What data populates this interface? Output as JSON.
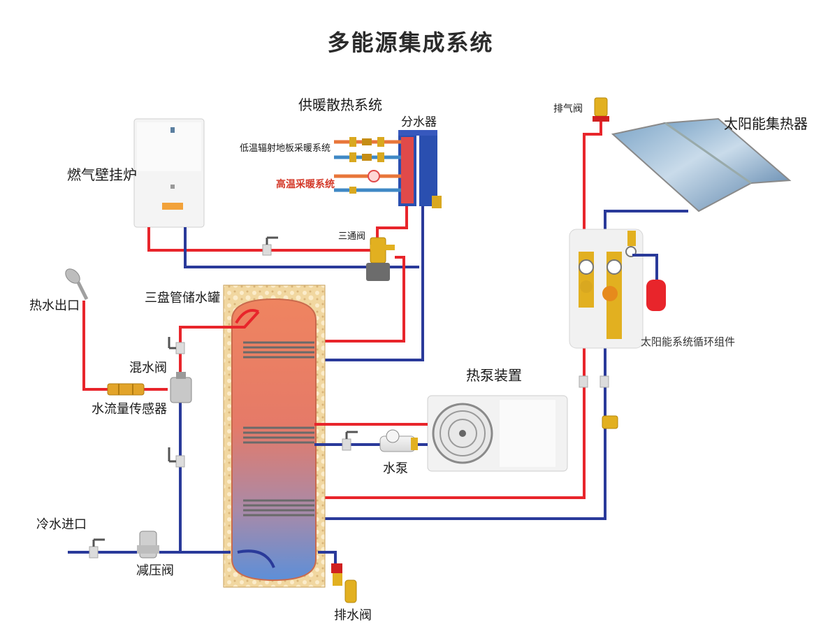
{
  "title": "多能源集成系统",
  "labels": {
    "heating_system": "供暖散热系统",
    "manifold": "分水器",
    "floor_heating": "低温辐射地板采暖系统",
    "high_temp_heating": "高温采暖系统",
    "three_way_valve": "三通阀",
    "boiler": "燃气壁挂炉",
    "vent_valve": "排气阀",
    "solar_collector": "太阳能集热器",
    "solar_station": "太阳能系统循环组件",
    "hot_water_outlet": "热水出口",
    "tank": "三盘管储水罐",
    "mixing_valve": "混水阀",
    "flow_sensor": "水流量传感器",
    "heat_pump": "热泵装置",
    "water_pump": "水泵",
    "cold_water_inlet": "冷水进口",
    "pressure_reducing_valve": "减压阀",
    "drain_valve": "排水阀"
  },
  "colors": {
    "hot_pipe": "#e8252b",
    "cold_pipe": "#2a3a9a",
    "brass": "#e2b020",
    "tank_top": "#ef8460",
    "tank_bottom": "#5d8fd8",
    "insulation": "#f3d9a6",
    "highlight_text": "#d43a2a"
  }
}
